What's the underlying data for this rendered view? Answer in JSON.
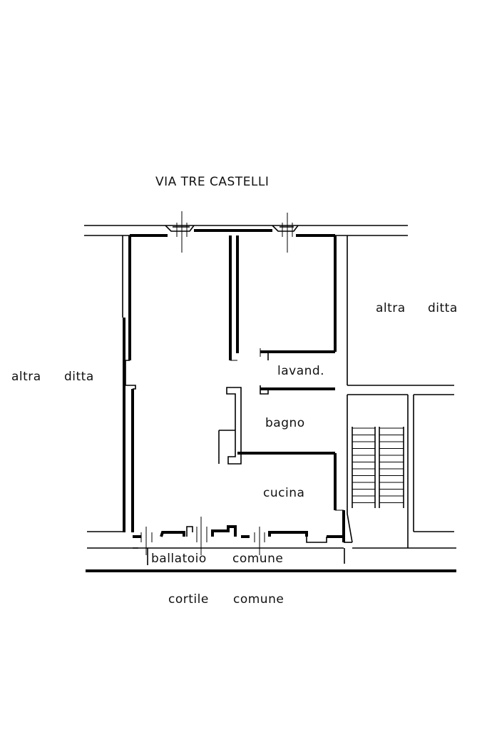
{
  "labels": {
    "street": "VIA   TRE  CASTELLI",
    "left_neighbor_1": "altra",
    "left_neighbor_2": "ditta",
    "right_neighbor_1": "altra",
    "right_neighbor_2": "ditta",
    "laundry": "lavand.",
    "bathroom": "bagno",
    "kitchen": "cucina",
    "balcony_1": "ballatoio",
    "balcony_2": "comune",
    "courtyard_1": "cortile",
    "courtyard_2": "comune"
  },
  "colors": {
    "line": "#000000",
    "background": "#ffffff"
  }
}
